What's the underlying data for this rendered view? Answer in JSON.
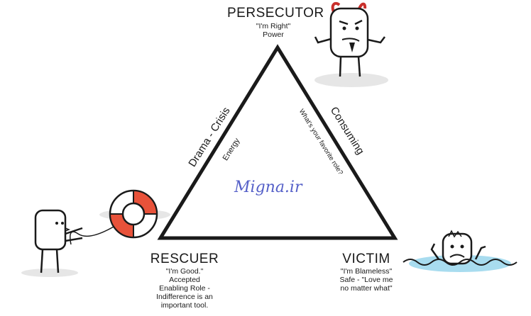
{
  "diagram": {
    "persecutor": {
      "title": "PERSECUTOR",
      "lines": [
        "\"I'm Right\"",
        "Power"
      ]
    },
    "rescuer": {
      "title": "RESCUER",
      "lines": [
        "\"I'm Good.\"",
        "Accepted",
        "Enabling Role -",
        "Indifference is an",
        "important tool."
      ]
    },
    "victim": {
      "title": "VICTIM",
      "lines": [
        "\"I'm Blameless\"",
        "Safe - \"Love me",
        "no matter what\""
      ]
    },
    "left_side": {
      "outer": "Drama - Crisis",
      "inner": "Energy"
    },
    "right_side": {
      "outer": "Consuming",
      "inner": "What's your favorite role?"
    },
    "center_text": "Migna.ir"
  },
  "colors": {
    "line": "#1a1a1a",
    "shadow": "#e6e6e6",
    "lifebuoy_red": "#e8523a",
    "center_text": "#5560c8"
  },
  "icons": [
    "devil-persecutor-figure",
    "rescuer-figure",
    "lifebuoy-icon",
    "drowning-victim-figure"
  ]
}
